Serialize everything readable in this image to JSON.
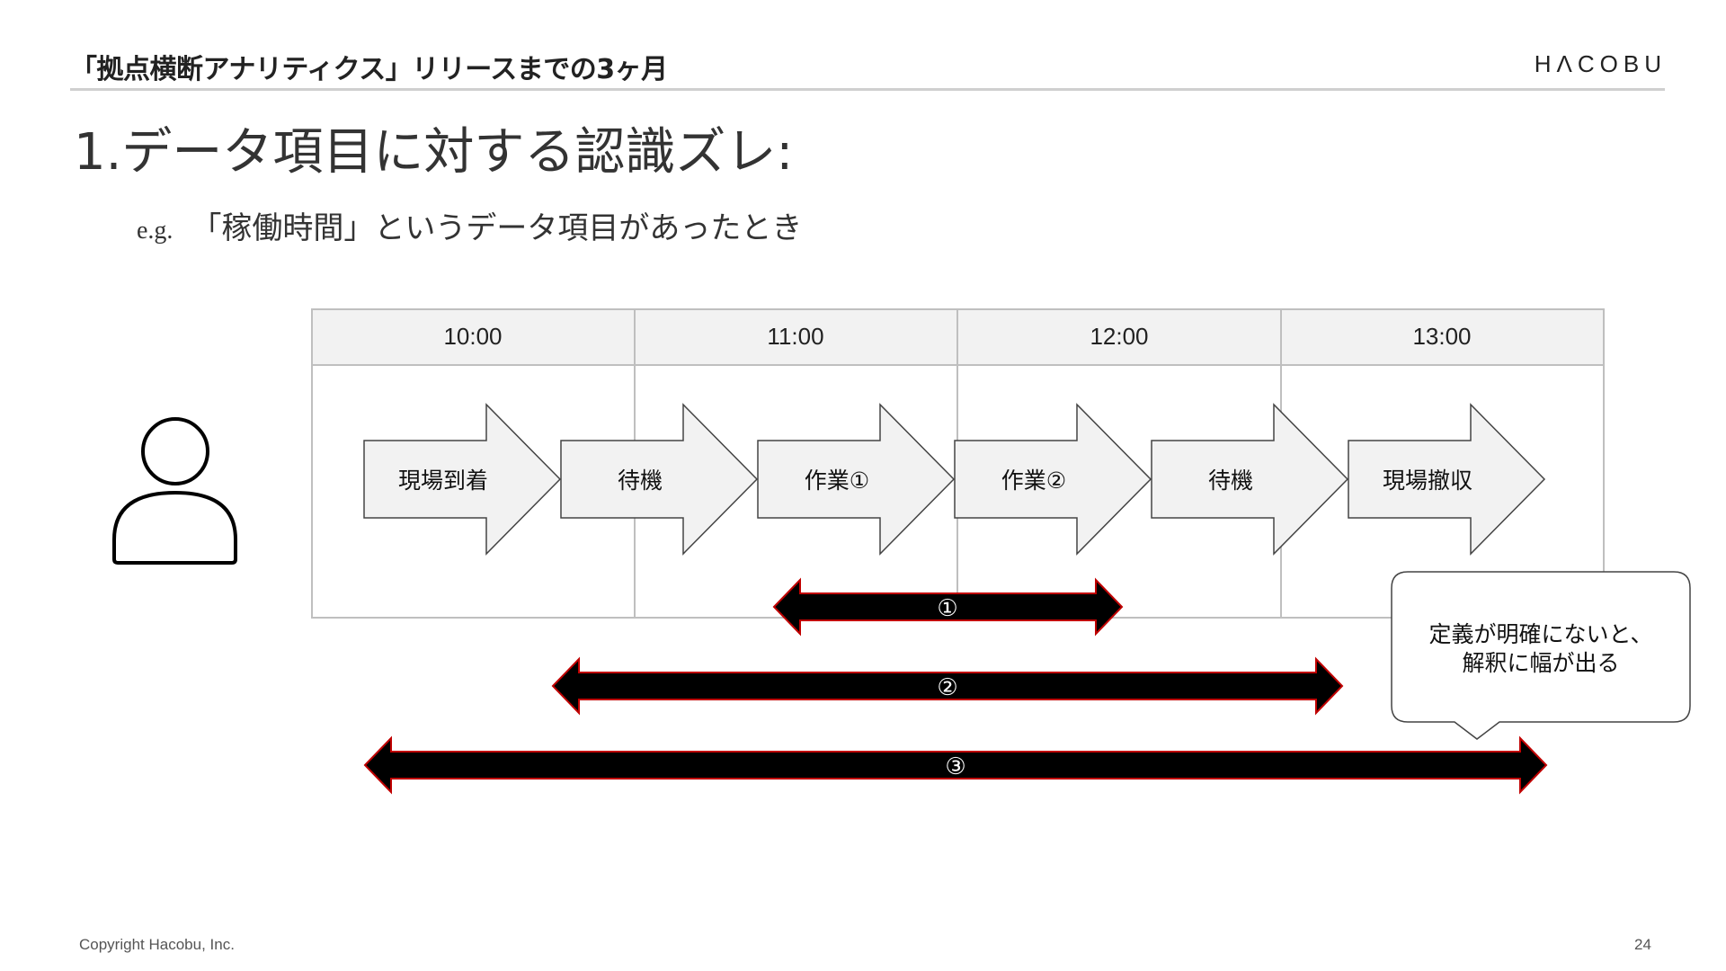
{
  "slide": {
    "header_title": "「拠点横断アナリティクス」リリースまでの3ヶ月",
    "logo": "HΛCOBU",
    "main_title": "1.データ項目に対する認識ズレ:",
    "example_prefix": "e.g.",
    "example_text": "「稼働時間」というデータ項目があったとき",
    "copyright": "Copyright Hacobu, Inc.",
    "page_number": "24"
  },
  "timeline": {
    "times": [
      "10:00",
      "11:00",
      "12:00",
      "13:00"
    ],
    "steps": [
      "現場到着",
      "待機",
      "作業①",
      "作業②",
      "待機",
      "現場撤収"
    ],
    "ranges": [
      {
        "label": "①"
      },
      {
        "label": "②"
      },
      {
        "label": "③"
      }
    ],
    "callout_lines": [
      "定義が明確にないと、",
      "解釈に幅が出る"
    ]
  },
  "colors": {
    "header_fill": "#f2f2f2",
    "grid_stroke": "#bfbfbf",
    "arrow_fill": "#f2f2f2",
    "range_fill": "#000000",
    "range_stroke": "#c00000"
  },
  "icons": {
    "person": "person-icon"
  }
}
